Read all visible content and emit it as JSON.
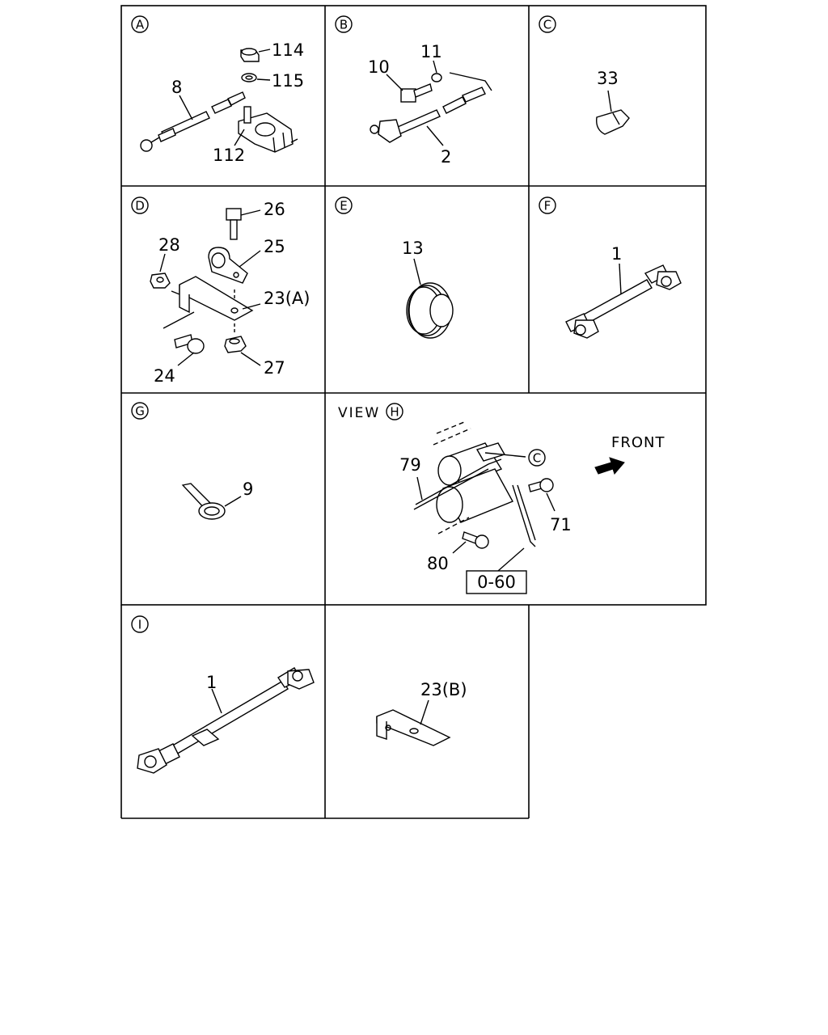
{
  "panels": [
    {
      "letter": "A",
      "labels": [
        "114",
        "115",
        "8",
        "112"
      ]
    },
    {
      "letter": "B",
      "labels": [
        "11",
        "10",
        "2"
      ]
    },
    {
      "letter": "C",
      "labels": [
        "33"
      ]
    },
    {
      "letter": "D",
      "labels": [
        "26",
        "28",
        "25",
        "23(A)",
        "24",
        "27"
      ]
    },
    {
      "letter": "E",
      "labels": [
        "13"
      ]
    },
    {
      "letter": "F",
      "labels": [
        "1"
      ]
    },
    {
      "letter": "G",
      "labels": [
        "9"
      ]
    },
    {
      "letter": "H",
      "view_text": "VIEW",
      "callout_letter": "C",
      "front_text": "FRONT",
      "labels": [
        "79",
        "71",
        "80"
      ],
      "ref_box": "0-60"
    },
    {
      "letter": "I",
      "labels": [
        "1"
      ]
    },
    {
      "letter": "",
      "labels": [
        "23(B)"
      ]
    }
  ]
}
